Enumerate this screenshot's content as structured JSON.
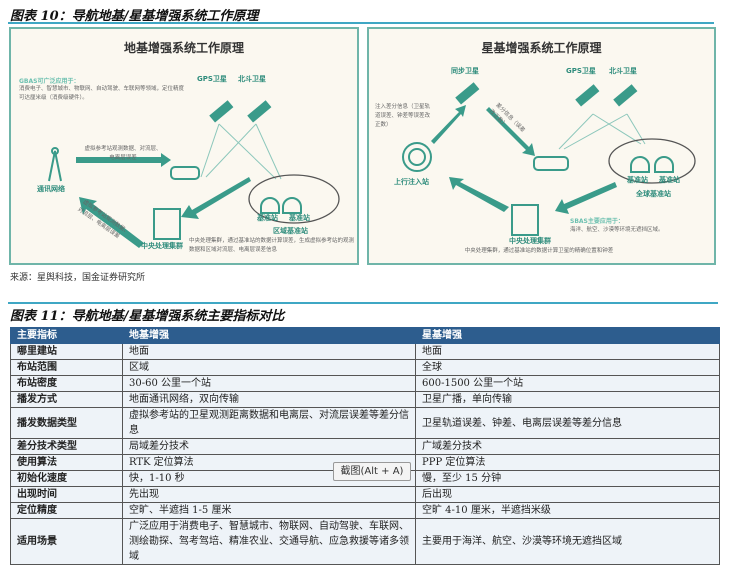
{
  "figure10": {
    "title": "图表 10：导航地基/星基增强系统工作原理",
    "left": {
      "title": "地基增强系统工作原理",
      "note_head": "GBAS可广泛应用于：",
      "note_body": "消费电子、智慧城市、物联网、自动驾驶、车联网等领域，定位精度可达厘米级（消费级硬件）。",
      "gps": "GPS卫星",
      "beidou": "北斗卫星",
      "telecom": "通讯网络",
      "arrow_top": "虚拟参考站观测数据、对流层、电离层误差",
      "arrow_diag": "虚拟参考站观测数据、对流层、电离层误差",
      "station1": "基准站",
      "station2": "基准站",
      "region": "区域基准站",
      "center": "中央处理集群",
      "center_desc": "中央处理集群，通过基准站的数据计算误差，生成虚拟参考站的观测数据和区域对流层、电离层误差信息"
    },
    "right": {
      "title": "星基增强系统工作原理",
      "sync": "同步卫星",
      "gps": "GPS卫星",
      "beidou": "北斗卫星",
      "inject_desc": "注入差分信息（卫星轨道误差、钟差等误差改正数）",
      "diff_desc": "差分信息（误差改正数）",
      "uplink": "上行注入站",
      "station1": "基准站",
      "station2": "基准站",
      "global": "全球基准站",
      "center": "中央处理集群",
      "center_desc": "中央处理集群，通过基准站的数据计算卫星的精确位置和钟差",
      "note_head": "SBAS主要应用于：",
      "note_body": "海洋、航空、沙漠等环境无遮挡区域。"
    },
    "source": "来源：星舆科技，国金证券研究所"
  },
  "figure11": {
    "title": "图表 11：导航地基/星基增强系统主要指标对比",
    "headers": [
      "主要指标",
      "地基增强",
      "星基增强"
    ],
    "rows": [
      [
        "哪里建站",
        "地面",
        "地面"
      ],
      [
        "布站范围",
        "区域",
        "全球"
      ],
      [
        "布站密度",
        "30-60 公里一个站",
        "600-1500 公里一个站"
      ],
      [
        "播发方式",
        "地面通讯网络，双向传输",
        "卫星广播，单向传输"
      ],
      [
        "播发数据类型",
        "虚拟参考站的卫星观测距离数据和电离层、对流层误差等差分信息",
        "卫星轨道误差、钟差、电离层误差等差分信息"
      ],
      [
        "差分技术类型",
        "局域差分技术",
        "广域差分技术"
      ],
      [
        "使用算法",
        "RTK 定位算法",
        "PPP 定位算法"
      ],
      [
        "初始化速度",
        "快，1-10 秒",
        "慢，至少 15 分钟"
      ],
      [
        "出现时间",
        "先出现",
        "后出现"
      ],
      [
        "定位精度",
        "空旷、半遮挡 1-5 厘米",
        "空旷 4-10 厘米，半遮挡米级"
      ],
      [
        "适用场景",
        "广泛应用于消费电子、智慧城市、物联网、自动驾驶、车联网、测绘勘探、驾考驾培、精准农业、交通导航、应急救援等诸多领域",
        "主要用于海洋、航空、沙漠等环境无遮挡区域"
      ]
    ]
  },
  "tooltip": "截图(Alt + A)",
  "colors": {
    "teal": "#2e8c7c",
    "header": "#2d5d8e",
    "rule": "#3fa7c4"
  }
}
